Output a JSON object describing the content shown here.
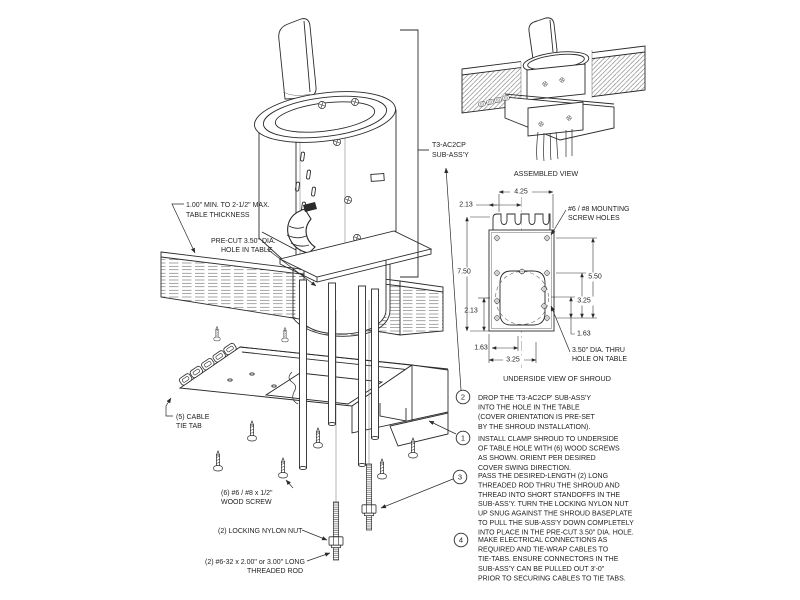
{
  "exploded": {
    "table_thickness_1": "1.00\" MIN. TO 2-1/2\" MAX.",
    "table_thickness_2": "TABLE THICKNESS",
    "precut_1": "PRE-CUT 3.50\" DIA.",
    "precut_2": "HOLE IN TABLE",
    "subassy_1": "T3-AC2CP",
    "subassy_2": "SUB-ASS'Y",
    "tietab_1": "(5) CABLE",
    "tietab_2": "TIE TAB",
    "woodscrew_1": "(6) #6 / #8 x 1/2\"",
    "woodscrew_2": "WOOD SCREW",
    "locknut_1": "(2) LOCKING NYLON NUT",
    "rod_1": "(2) #6-32 x 2.00\" or 3.00\" LONG",
    "rod_2": "THREADED ROD"
  },
  "assembled": {
    "caption": "ASSEMBLED VIEW"
  },
  "underside": {
    "caption": "UNDERSIDE VIEW OF SHROUD",
    "mounting_1": "#6 / #8 MOUNTING",
    "mounting_2": "SCREW HOLES",
    "thruhole_1": "3.50\" DIA. THRU",
    "thruhole_2": "HOLE ON TABLE",
    "dims": {
      "width": "4.25",
      "top_offset": "2.13",
      "height": "7.50",
      "bottom_offset": "2.13",
      "span": "5.50",
      "hole_top": "3.25",
      "right_offset": "1.63",
      "bottom_left": "1.63",
      "hole_width": "3.25"
    }
  },
  "instructions": [
    {
      "number": "2",
      "lines": [
        "DROP THE 'T3-AC2CP' SUB-ASS'Y",
        "INTO THE HOLE IN THE TABLE",
        "(COVER ORIENTATION IS PRE-SET",
        "BY THE SHROUD INSTALLATION)."
      ]
    },
    {
      "number": "1",
      "lines": [
        "INSTALL CLAMP SHROUD TO UNDERSIDE",
        "OF TABLE HOLE WITH (6) WOOD SCREWS",
        "AS SHOWN.  ORIENT PER DESIRED",
        "COVER SWING DIRECTION."
      ]
    },
    {
      "number": "3",
      "lines": [
        "PASS THE DESIRED-LENGTH (2) LONG",
        "THREADED ROD THRU THE SHROUD AND",
        "THREAD INTO SHORT STANDOFFS IN THE",
        "SUB-ASS'Y.  TURN THE LOCKING NYLON NUT",
        "UP SNUG AGAINST THE SHROUD BASEPLATE",
        "TO PULL THE SUB-ASS'Y DOWN COMPLETELY",
        "INTO PLACE IN THE PRE-CUT 3.50\" DIA. HOLE."
      ]
    },
    {
      "number": "4",
      "lines": [
        "MAKE ELECTRICAL CONNECTIONS AS",
        "REQUIRED AND TIE-WRAP CABLES TO",
        "TIE-TABS.  ENSURE CONNECTORS IN THE",
        "SUB-ASS'Y CAN BE PULLED OUT 3'-0\"",
        "PRIOR TO SECURING CABLES TO TIE TABS."
      ]
    }
  ],
  "colors": {
    "line": "#2b2b2b",
    "background": "#ffffff"
  }
}
